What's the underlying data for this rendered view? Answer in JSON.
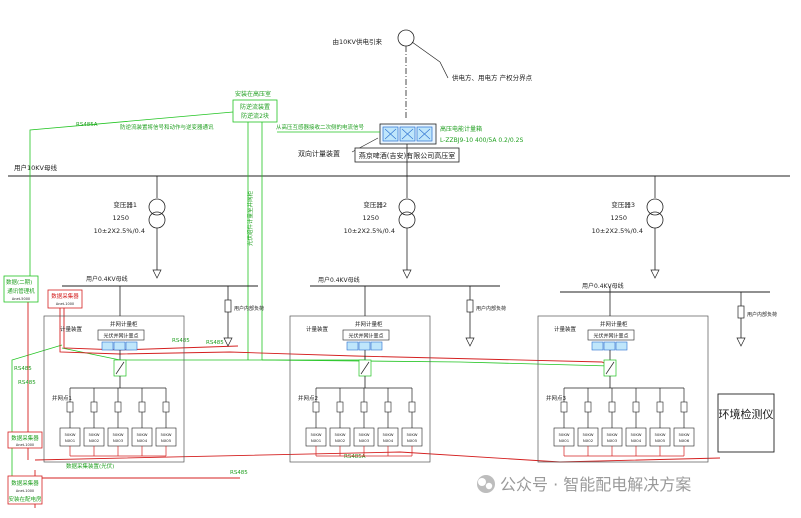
{
  "source": {
    "label": "由10KV供电引来"
  },
  "property_point": "供电方、用电方 产权分界点",
  "meter": {
    "device_label": "高压电能计量箱",
    "device_model": "L-ZZBJ9-10 400/5A 0.2/0.2S",
    "bidir_label": "双向计量装置",
    "room_label": "燕京啤酒(吉安)有限公司高压室"
  },
  "hv_bus_label": "用户10KV母线",
  "anti_backflow": {
    "top_title": "安装在高压室",
    "box_line1": "防逆流装置",
    "box_line2": "防逆流2块",
    "left_note": "防逆流装置将信号和动作与逆变器通讯",
    "right_note": "从高压互感器接收二次侧的电流信号"
  },
  "rs485_labels": [
    "RS485A",
    "RS485",
    "RS485",
    "RS485",
    "RS485A",
    "RS485",
    "RS485"
  ],
  "green_vertical_note": "光伏组件计量至并网柜",
  "transformers": [
    {
      "name": "变压器1",
      "kva": "1250",
      "ratio": "10±2X2.5%/0.4"
    },
    {
      "name": "变压器2",
      "kva": "1250",
      "ratio": "10±2X2.5%/0.4"
    },
    {
      "name": "变压器3",
      "kva": "1250",
      "ratio": "10±2X2.5%/0.4"
    }
  ],
  "lv_bus_label": "用户0.4KV母线",
  "user_load_label": "用户内部负荷",
  "cabinets": [
    {
      "title": "并网计量柜",
      "meter": "计量装置",
      "relay": "光伏并网计量点",
      "combiner": "并网点1"
    },
    {
      "title": "并网计量柜",
      "meter": "计量装置",
      "relay": "光伏并网计量点",
      "combiner": "并网点2"
    },
    {
      "title": "并网计量柜",
      "meter": "计量装置",
      "relay": "光伏并网计量点",
      "combiner": "并网点3"
    }
  ],
  "inverter_groups": [
    {
      "rating": "50KW",
      "ids": [
        "NX01",
        "NX02",
        "NX03",
        "NX04",
        "NX05"
      ]
    },
    {
      "rating": "50KW",
      "ids": [
        "NX01",
        "NX02",
        "NX03",
        "NX04",
        "NX05"
      ]
    },
    {
      "rating": "50KW",
      "ids": [
        "NX01",
        "NX02",
        "NX03",
        "NX04",
        "NX05",
        "NX06"
      ]
    }
  ],
  "left_devices": {
    "panel_top_title": "数据(二期)",
    "comm_manager": "通讯管理机",
    "comm_sub": "Anet-5000",
    "data_collector": "数据采集器",
    "data_collector_sub": "Anet-1000",
    "collector2": "数据采集器",
    "collector2_sub": "Anet-1000",
    "bottom_box": "数据采集器",
    "bottom_sub": "Anet-1000",
    "bottom_note": "安装在配电房",
    "bottom_line_note": "数据采集装置(光伏)"
  },
  "env_monitor": "环境检测仪",
  "watermark": "公众号 · 智能配电解决方案",
  "colors": {
    "line": "#222222",
    "green": "#22c422",
    "red": "#d42020",
    "blue": "#2a6fd0",
    "cyan": "#55c8e8"
  }
}
